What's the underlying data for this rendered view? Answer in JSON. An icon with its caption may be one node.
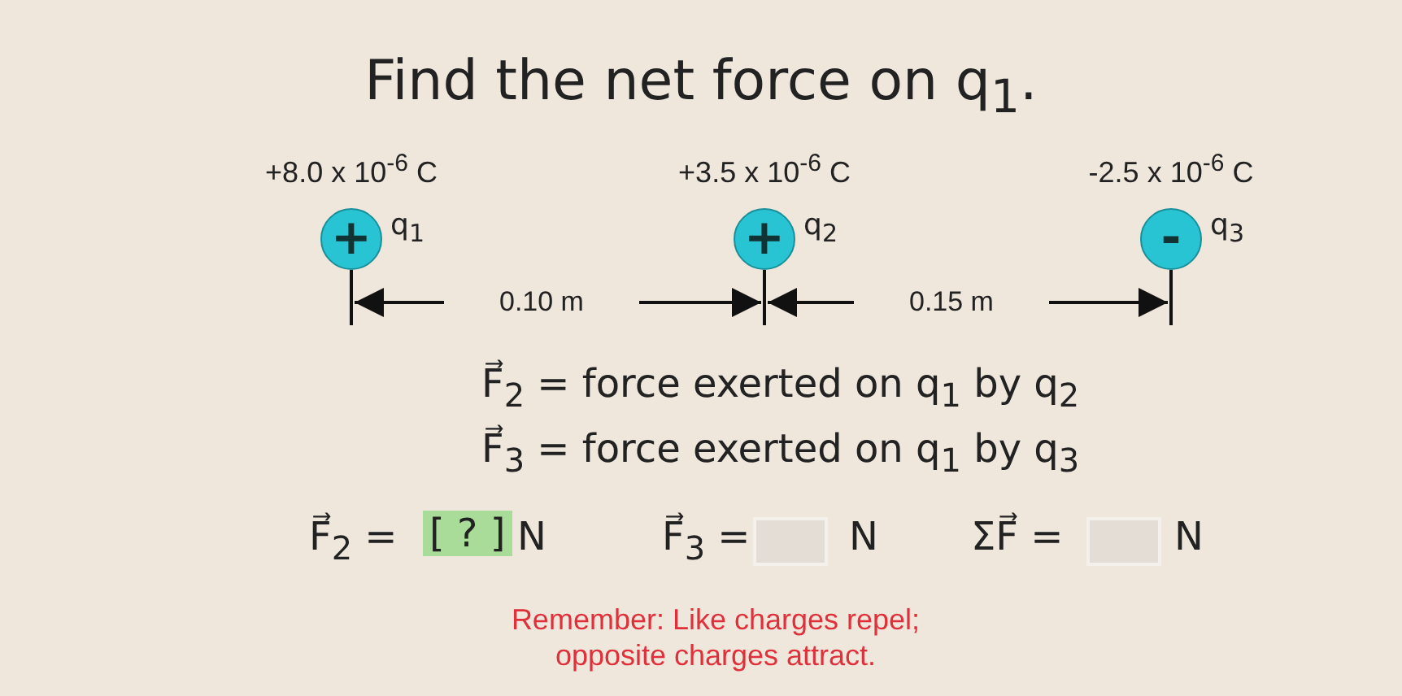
{
  "diagram": {
    "title": "Find the net force on q$_{1}$.",
    "nodes": [
      {
        "text": [
          "+"
        ],
        "beside": [
          "+8.0 x 10$^{-6}$ C",
          "q$_{1}$"
        ]
      },
      {
        "text": [
          "+"
        ],
        "beside": [
          "+3.5 x 10$^{-6}$ C",
          "q$_{2}$"
        ]
      },
      {
        "text": [
          "-"
        ],
        "beside": [
          "-2.5 x 10$^{-6}$ C",
          "q$_{3}$"
        ]
      }
    ],
    "labels": [
      "0.10 m",
      "0.15 m",
      "F⃗$_{2}$ = force exerted on q$_{1}$ by q$_{2}$",
      "F⃗$_{3}$ = force exerted on q$_{1}$ by q$_{3}$",
      "F⃗$_{2}$ =",
      "[ ? ]",
      "N",
      "F⃗$_{3}$ =",
      "N",
      "ΣF⃗ =",
      "N",
      "Remember: Like charges repel; opposite charges attract."
    ]
  }
}
